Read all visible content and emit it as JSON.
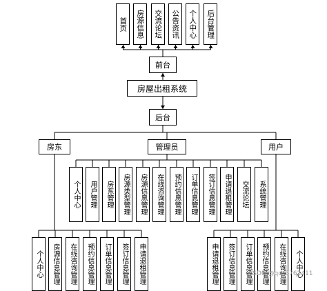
{
  "front_modules": [
    "首页",
    "房源信息",
    "交流论坛",
    "公告资讯",
    "个人中心",
    "后台管理"
  ],
  "front": "前台",
  "system": "房屋出租系统",
  "back": "后台",
  "roles": {
    "landlord": "房东",
    "admin": "管理员",
    "user": "用户"
  },
  "admin_modules": [
    "个人中心",
    "用户管理",
    "房东管理",
    "房源类型管理",
    "房源信息管理",
    "在线咨询管理",
    "预约信息管理",
    "订单信息管理",
    "签订信息管理",
    "申请退租管理",
    "交流论坛",
    "系统管理"
  ],
  "landlord_modules": [
    "个人中心",
    "房源信息管理",
    "在线咨询管理",
    "预约信息管理",
    "订单信息管理",
    "签订信息管理",
    "申请退租管理"
  ],
  "user_modules": [
    "申请退租管理",
    "签订信息管理",
    "订单信息管理",
    "预约信息管理",
    "在线咨询管理",
    "个人中心"
  ],
  "watermark": "CSDN @qq_3762411"
}
